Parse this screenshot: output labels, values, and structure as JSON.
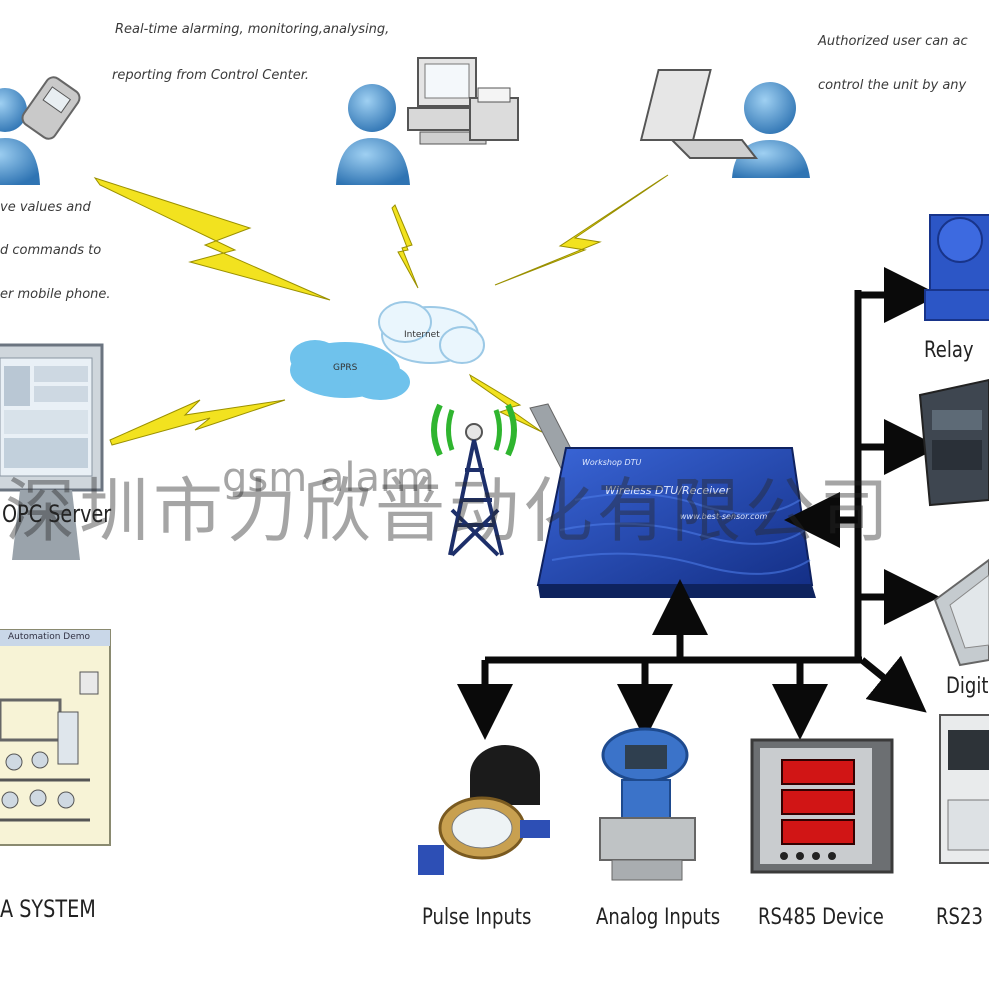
{
  "notes": {
    "control_center": [
      "Real-time alarming, monitoring,analysing,",
      "reporting from Control Center."
    ],
    "authorized_user": [
      "Authorized user can ac",
      "control the unit by any"
    ],
    "mobile": [
      "ve values and",
      "d commands to",
      "er mobile phone."
    ]
  },
  "labels": {
    "opc_server": "OPC Server",
    "scada": "A SYSTEM",
    "relay": "Relay",
    "digital": "Digit",
    "pulse": "Pulse Inputs",
    "analog": "Analog Inputs",
    "rs485": "RS485 Device",
    "rs232": "RS23"
  },
  "cloud": {
    "gprs": "GPRS",
    "internet": "Internet"
  },
  "dtu": {
    "brand": "Workshop DTU",
    "title": "Wireless DTU/Receiver",
    "site": "www.best-sensor.com"
  },
  "scada_screen": {
    "title": "Automation Demo"
  },
  "watermark": {
    "latin": "gsm alarm",
    "cjk": "深圳市力欣普动化有限公司"
  },
  "colors": {
    "person_blue": "#4a90c8",
    "bolt_yellow": "#f2e21f",
    "cloud_blue": "#6fc2ec",
    "dtu_blue": "#1e3fa8",
    "wire_black": "#0a0a0a",
    "signal_green": "#2fb52f"
  }
}
